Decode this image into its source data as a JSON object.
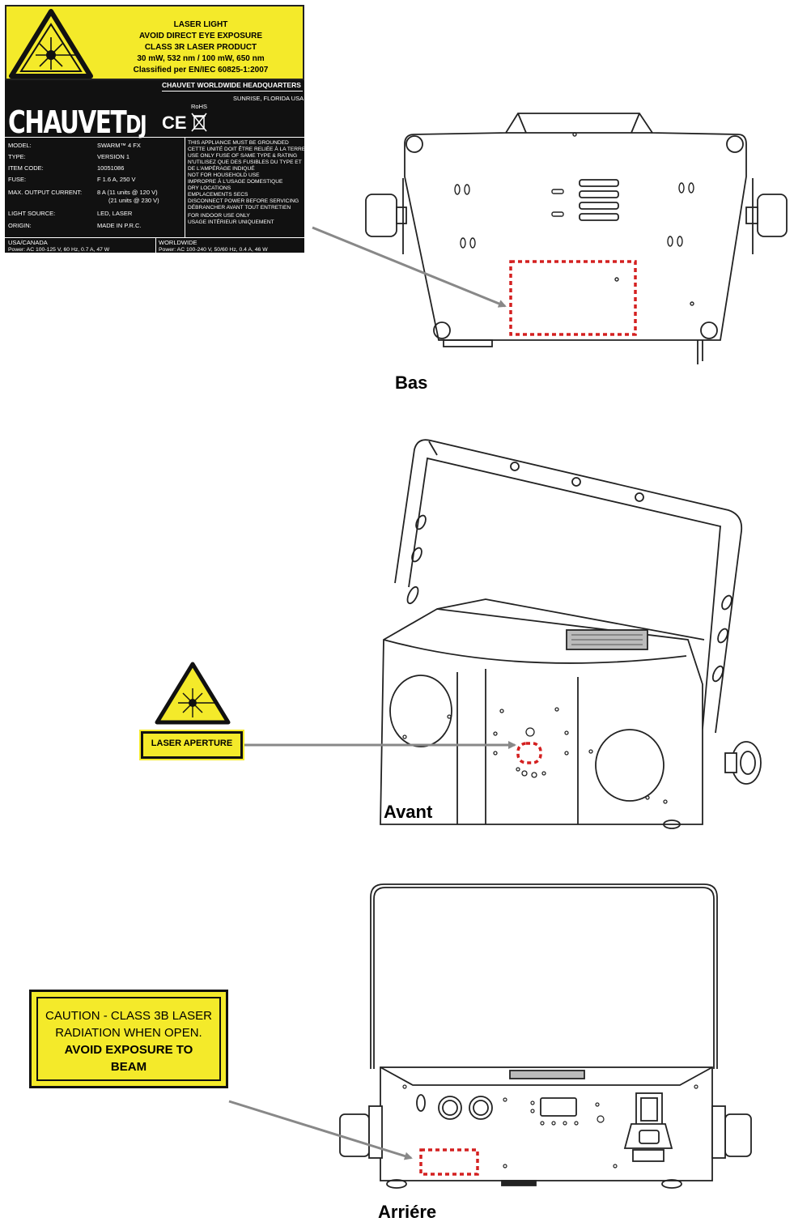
{
  "label": {
    "warning_lines": [
      "LASER LIGHT",
      "AVOID DIRECT EYE EXPOSURE",
      "CLASS 3R LASER PRODUCT",
      "30 mW, 532 nm / 100 mW, 650 nm",
      "Classified per EN/IEC 60825-1:2007"
    ],
    "headquarters": "CHAUVET WORLDWIDE HEADQUARTERS",
    "location": "SUNRISE, FLORIDA USA",
    "brand": "CHAUVET",
    "brand_suffix": "DJ",
    "rohs": "RoHS",
    "ce_mark": "CE",
    "specs": [
      {
        "key": "MODEL:",
        "value": "SWARM™ 4 FX"
      },
      {
        "key": "TYPE:",
        "value": "VERSION 1"
      },
      {
        "key": "ITEM CODE:",
        "value": "10051086"
      },
      {
        "key": "FUSE:",
        "value": "F 1.6 A, 250 V"
      },
      {
        "key": "MAX. OUTPUT CURRENT:",
        "value": "8 A (11 units @ 120 V)"
      },
      {
        "key": "",
        "value": "(21 units @ 230 V)"
      },
      {
        "key": "LIGHT SOURCE:",
        "value": "LED, LASER"
      },
      {
        "key": "ORIGIN:",
        "value": "MADE IN P.R.C."
      }
    ],
    "notices": [
      "THIS APPLIANCE MUST BE GROUNDED",
      "CETTE UNITÉ DOIT ÊTRE RELIÉE À LA TERRE",
      "USE ONLY FUSE OF SAME TYPE & RATING",
      "N'UTILISEZ QUE DES FUSIBLES DU TYPE ET",
      "DE L'AMPÉRAGE INDIQUÉ",
      "NOT FOR HOUSEHOLD USE",
      "IMPROPRE À L'USAGE DOMESTIQUE",
      "DRY LOCATIONS",
      "EMPLACEMENTS SECS",
      "DISCONNECT POWER BEFORE SERVICING",
      "DÉBRANCHER AVANT TOUT ENTRETIEN",
      "FOR INDOOR USE ONLY",
      "USAGE INTÉRIEUR UNIQUEMENT"
    ],
    "usa_region": "USA/CANADA",
    "usa_power": "Power: AC 100-125 V, 60 Hz, 0.7 A, 47 W",
    "world_region": "WORLDWIDE",
    "world_power": "Power: AC 100-240 V, 50/60 Hz, 0.4 A, 46 W"
  },
  "views": {
    "bottom_caption": "Bas",
    "front_caption": "Avant",
    "rear_caption": "Arriére"
  },
  "aperture_badge": "LASER APERTURE",
  "caution": {
    "lines": [
      "CAUTION - CLASS 3B LASER",
      "RADIATION WHEN OPEN."
    ],
    "bold_lines": [
      "AVOID EXPOSURE TO",
      "BEAM"
    ]
  },
  "colors": {
    "label_yellow": "#f4ea2a",
    "marker_red": "#d42020",
    "arrow_gray": "#888888"
  }
}
